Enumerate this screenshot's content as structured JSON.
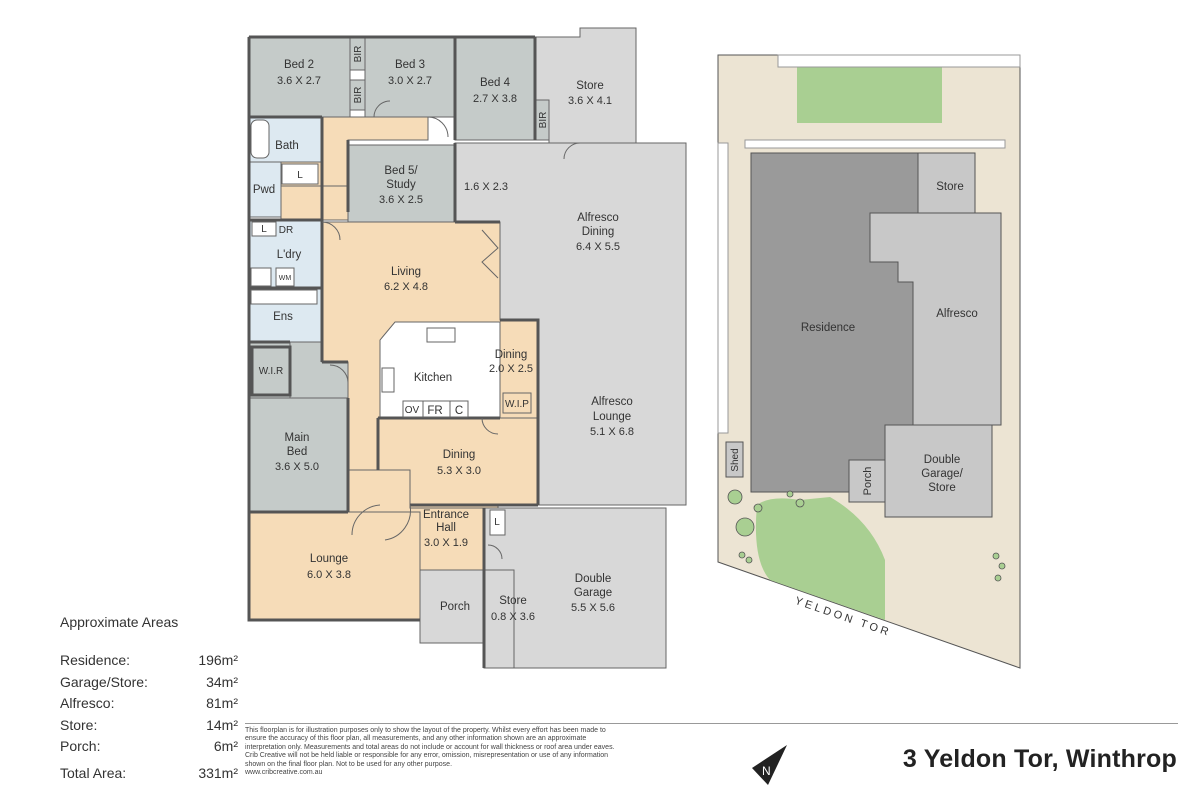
{
  "rooms": {
    "bed2": {
      "name": "Bed 2",
      "dim": "3.6 X 2.7"
    },
    "bed3": {
      "name": "Bed 3",
      "dim": "3.0 X 2.7"
    },
    "bed4": {
      "name": "Bed 4",
      "dim": "2.7 X 3.8"
    },
    "store_top": {
      "name": "Store",
      "dim": "3.6 X 4.1"
    },
    "bed5": {
      "name": "Bed 5/",
      "name2": "Study",
      "dim": "3.6 X 2.5"
    },
    "alfresco_dining": {
      "name": "Alfresco",
      "name2": "Dining",
      "dim": "6.4 X 5.5"
    },
    "small_dim": "1.6 X 2.3",
    "living": {
      "name": "Living",
      "dim": "6.2 X 4.8"
    },
    "kitchen": {
      "name": "Kitchen"
    },
    "dining_small": {
      "name": "Dining",
      "dim": "2.0 X 2.5"
    },
    "wip": "W.I.P",
    "alfresco_lounge": {
      "name": "Alfresco",
      "name2": "Lounge",
      "dim": "5.1 X 6.8"
    },
    "dining_main": {
      "name": "Dining",
      "dim": "5.3 X 3.0"
    },
    "main_bed": {
      "name": "Main",
      "name2": "Bed",
      "dim": "3.6 X 5.0"
    },
    "wir": "W.I.R",
    "ens": "Ens",
    "ldry": "L'dry",
    "pwd": "Pwd",
    "bath": "Bath",
    "bir": "BIR",
    "dr": "DR",
    "wm": "WM",
    "linen": "L",
    "entrance": {
      "name": "Entrance",
      "name2": "Hall",
      "dim": "3.0 X 1.9"
    },
    "lounge": {
      "name": "Lounge",
      "dim": "6.0 X 3.8"
    },
    "porch": {
      "name": "Porch"
    },
    "store_small": {
      "name": "Store",
      "dim": "0.8 X 3.6"
    },
    "double_garage": {
      "name": "Double",
      "name2": "Garage",
      "dim": "5.5 X 5.6"
    },
    "ov": "OV",
    "fr": "FR",
    "c": "C"
  },
  "site": {
    "residence": "Residence",
    "alfresco": "Alfresco",
    "store": "Store",
    "double_garage": "Double",
    "garage_store": "Garage/",
    "garage_store2": "Store",
    "porch": "Porch",
    "shed": "Shed",
    "street": "YELDON TOR"
  },
  "areas": {
    "title": "Approximate Areas",
    "rows": [
      {
        "label": "Residence:",
        "value": "196m²"
      },
      {
        "label": "Garage/Store:",
        "value": "34m²"
      },
      {
        "label": "Alfresco:",
        "value": "81m²"
      },
      {
        "label": "Store:",
        "value": "14m²"
      },
      {
        "label": "Porch:",
        "value": "6m²"
      }
    ],
    "total_label": "Total Area:",
    "total_value": "331m²"
  },
  "disclaimer": "This floorplan is for illustration purposes only to show the layout of the property. Whilst every effort has been made to ensure the accuracy of this floor plan, all measurements, and any other information shown are an approximate interpretation only. Measurements and total areas do not include or account for wall thickness or roof area under eaves. Crib Creative will not be held liable or responsible for any error, omission, misrepresentation or use of any information shown on the final floor plan. Not to be used for any other purpose.",
  "website": "www.cribcreative.com.au",
  "north": "N",
  "address": "3 Yeldon Tor, Winthrop",
  "colors": {
    "bedroom": "#c5cbc9",
    "living": "#f6dcb8",
    "outdoor": "#d8d8d8",
    "wet": "#dde9f1",
    "site_ground": "#ece4d3",
    "lawn": "#a9cf92",
    "wall": "#555555"
  }
}
